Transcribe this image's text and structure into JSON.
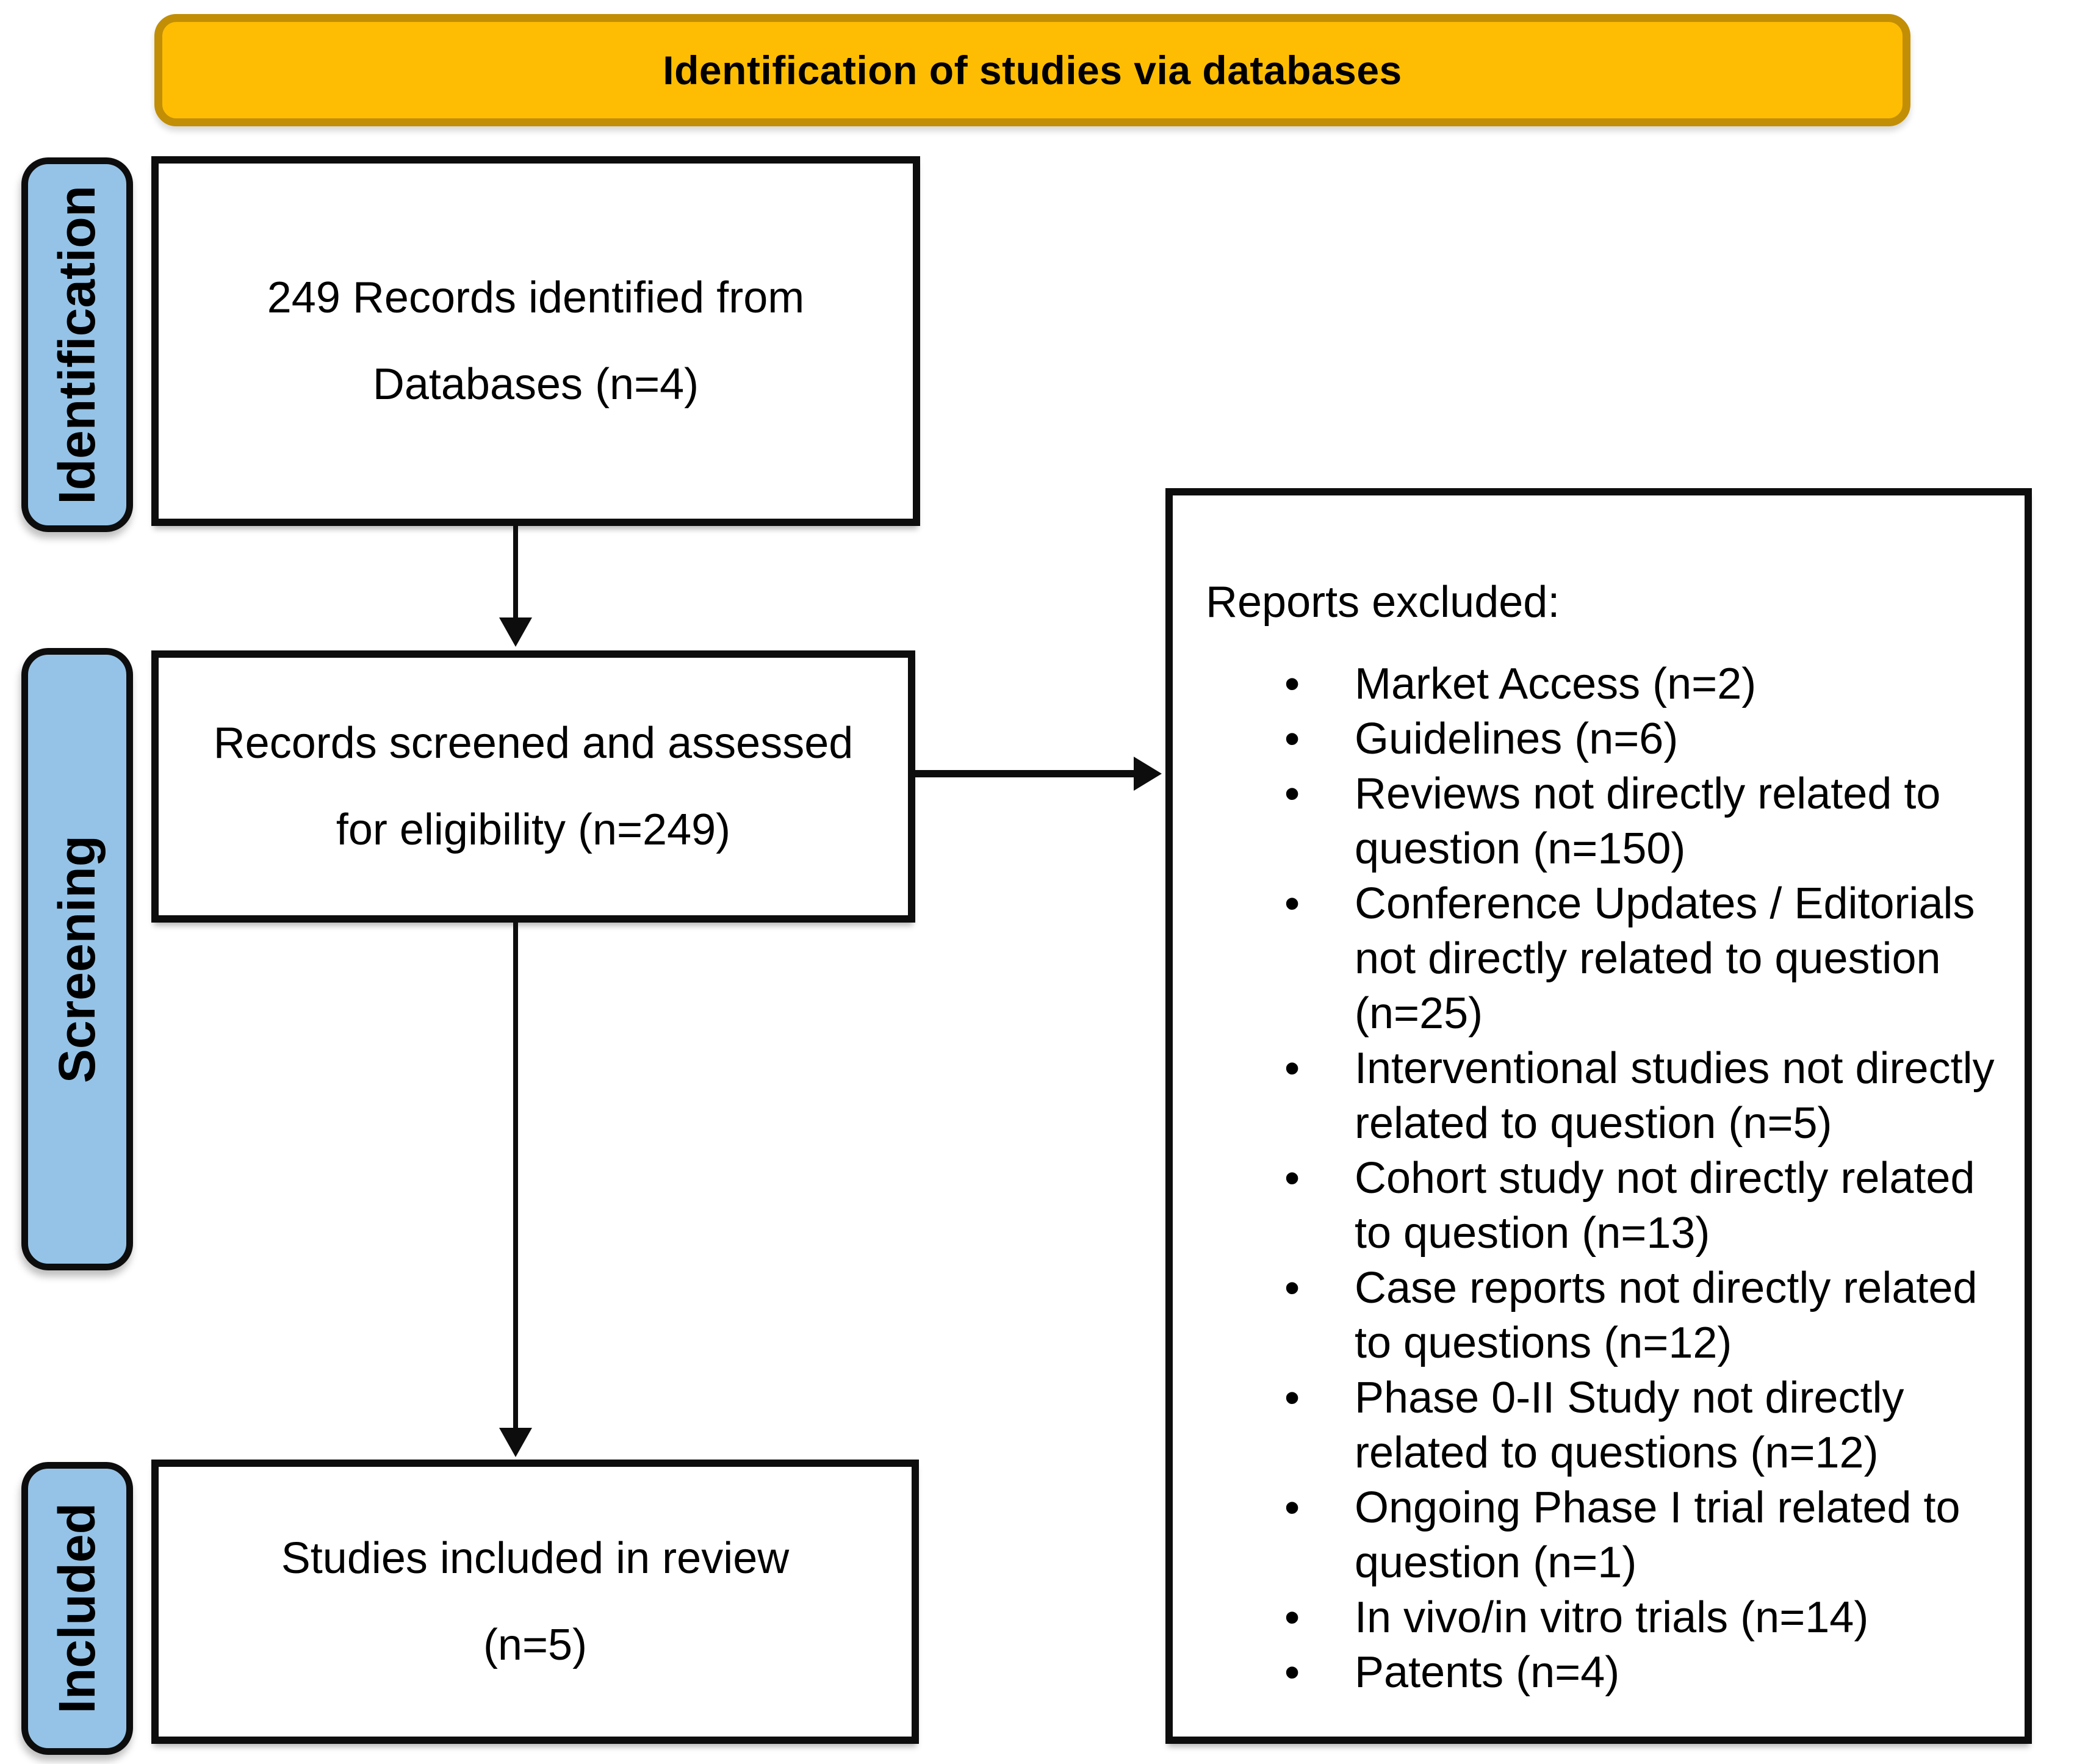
{
  "banner": {
    "title": "Identification of studies via databases"
  },
  "stages": {
    "identification": "Identification",
    "screening": "Screening",
    "included": "Included"
  },
  "boxes": {
    "identified": {
      "line1": "249 Records identified from",
      "line2": "Databases (n=4)"
    },
    "screened": {
      "line1": "Records screened and assessed",
      "line2": "for eligibility (n=249)"
    },
    "included": {
      "line1": "Studies included in review",
      "line2": "(n=5)"
    }
  },
  "excluded": {
    "title": "Reports excluded:",
    "items": [
      "Market Access (n=2)",
      "Guidelines (n=6)",
      "Reviews not directly related to question (n=150)",
      "Conference Updates / Editorials not directly related to question (n=25)",
      "Interventional studies not directly related to question (n=5)",
      "Cohort study not directly related to question (n=13)",
      "Case reports not directly related to questions (n=12)",
      "Phase 0-II Study not directly related to questions (n=12)",
      "Ongoing Phase I trial related to question (n=1)",
      "In vivo/in vitro trials (n=14)",
      "Patents (n=4)"
    ]
  },
  "colors": {
    "banner_bg": "#FEBD02",
    "banner_border": "#C28E06",
    "stage_bg": "#95C3E7",
    "box_border": "#0d0d0d",
    "text": "#000000"
  }
}
